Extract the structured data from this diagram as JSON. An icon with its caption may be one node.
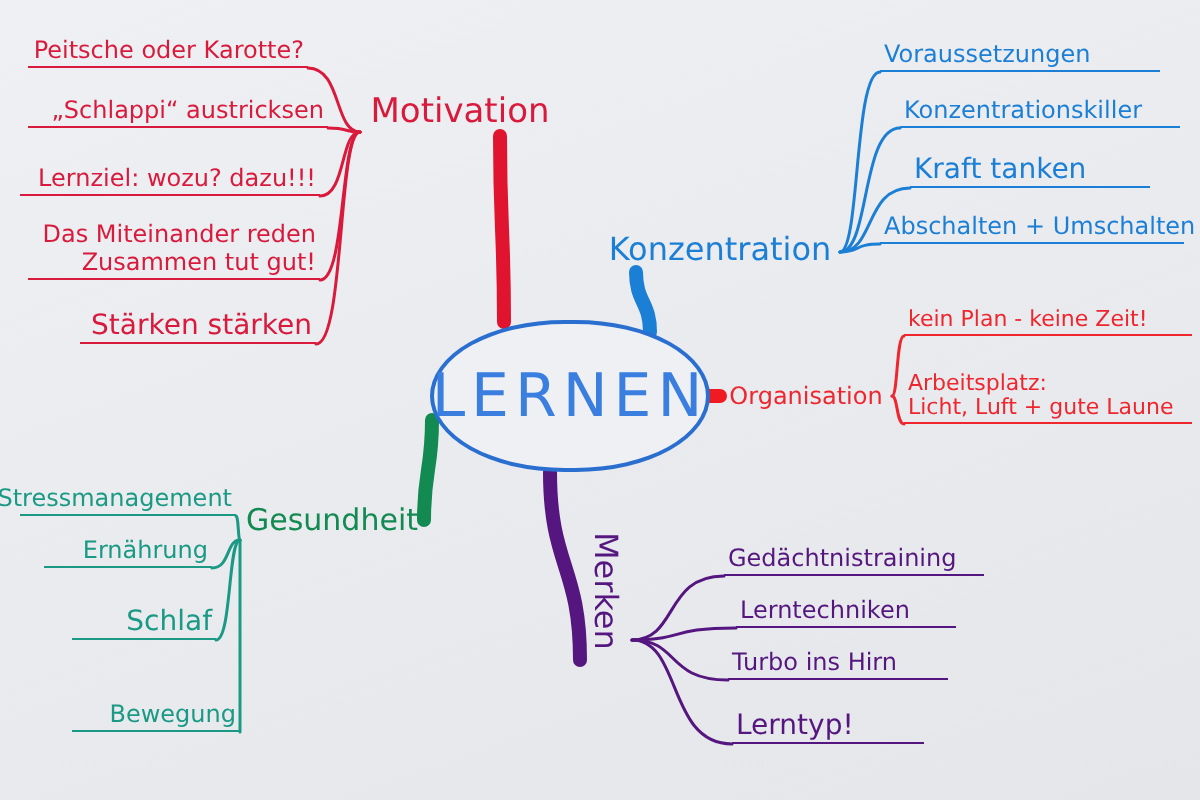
{
  "diagram": {
    "nodes": [
      {
        "text": [
          "LERNEN"
        ]
      },
      {
        "text": [
          "Motivation"
        ]
      },
      {
        "text": [
          "Peitsche oder Karotte?"
        ]
      },
      {
        "text": [
          "„Schlappi“ austricksen"
        ]
      },
      {
        "text": [
          "Lernziel: wozu? dazu!!!"
        ]
      },
      {
        "text": [
          "Das Miteinander reden",
          "Zusammen tut gut!"
        ]
      },
      {
        "text": [
          "Stärken stärken"
        ]
      },
      {
        "text": [
          "Konzentration"
        ]
      },
      {
        "text": [
          "Voraussetzungen"
        ]
      },
      {
        "text": [
          "Konzentrationskiller"
        ]
      },
      {
        "text": [
          "Kraft tanken"
        ]
      },
      {
        "text": [
          "Abschalten + Umschalten"
        ]
      },
      {
        "text": [
          "Organisation"
        ]
      },
      {
        "text": [
          "kein Plan - keine Zeit!"
        ]
      },
      {
        "text": [
          "Arbeitsplatz:",
          "Licht, Luft + gute Laune"
        ]
      },
      {
        "text": [
          "Gesundheit"
        ]
      },
      {
        "text": [
          "Stressmanagement"
        ]
      },
      {
        "text": [
          "Ernährung"
        ]
      },
      {
        "text": [
          "Schlaf"
        ]
      },
      {
        "text": [
          "Bewegung"
        ]
      },
      {
        "text": [
          "Merken"
        ]
      },
      {
        "text": [
          "Gedächtnistraining"
        ]
      },
      {
        "text": [
          "Lerntechniken"
        ]
      },
      {
        "text": [
          "Turbo ins Hirn"
        ]
      },
      {
        "text": [
          "Lerntyp!"
        ]
      }
    ],
    "edges": [
      {
        "from": 0,
        "to": 1,
        "arrow": "none",
        "style": "thick",
        "color": "#e0142e"
      },
      {
        "from": 1,
        "to": 2,
        "arrow": "none",
        "color": "#d91a3c"
      },
      {
        "from": 1,
        "to": 3,
        "arrow": "none",
        "color": "#d91a3c"
      },
      {
        "from": 1,
        "to": 4,
        "arrow": "none",
        "color": "#d91a3c"
      },
      {
        "from": 1,
        "to": 5,
        "arrow": "none",
        "color": "#d91a3c"
      },
      {
        "from": 1,
        "to": 6,
        "arrow": "none",
        "color": "#d91a3c"
      },
      {
        "from": 0,
        "to": 7,
        "arrow": "none",
        "style": "thick",
        "color": "#1b7fd6"
      },
      {
        "from": 7,
        "to": 8,
        "arrow": "none",
        "color": "#1b7fd6"
      },
      {
        "from": 7,
        "to": 9,
        "arrow": "none",
        "color": "#1b7fd6"
      },
      {
        "from": 7,
        "to": 10,
        "arrow": "none",
        "color": "#1b7fd6"
      },
      {
        "from": 7,
        "to": 11,
        "arrow": "none",
        "color": "#1b7fd6"
      },
      {
        "from": 0,
        "to": 12,
        "arrow": "none",
        "style": "thick",
        "color": "#f01a22"
      },
      {
        "from": 12,
        "to": 13,
        "arrow": "none",
        "color": "#f0262e"
      },
      {
        "from": 12,
        "to": 14,
        "arrow": "none",
        "color": "#f0262e"
      },
      {
        "from": 0,
        "to": 15,
        "arrow": "none",
        "style": "thick",
        "color": "#128a52"
      },
      {
        "from": 15,
        "to": 16,
        "arrow": "none",
        "color": "#1a9a85"
      },
      {
        "from": 15,
        "to": 17,
        "arrow": "none",
        "color": "#1a9a85"
      },
      {
        "from": 15,
        "to": 18,
        "arrow": "none",
        "color": "#1a9a85"
      },
      {
        "from": 15,
        "to": 19,
        "arrow": "none",
        "color": "#1a9a85"
      },
      {
        "from": 0,
        "to": 20,
        "arrow": "none",
        "style": "thick",
        "color": "#55177f"
      },
      {
        "from": 20,
        "to": 21,
        "arrow": "none",
        "color": "#55177f"
      },
      {
        "from": 20,
        "to": 22,
        "arrow": "none",
        "color": "#55177f"
      },
      {
        "from": 20,
        "to": 23,
        "arrow": "none",
        "color": "#55177f"
      },
      {
        "from": 20,
        "to": 24,
        "arrow": "none",
        "color": "#55177f"
      }
    ]
  }
}
